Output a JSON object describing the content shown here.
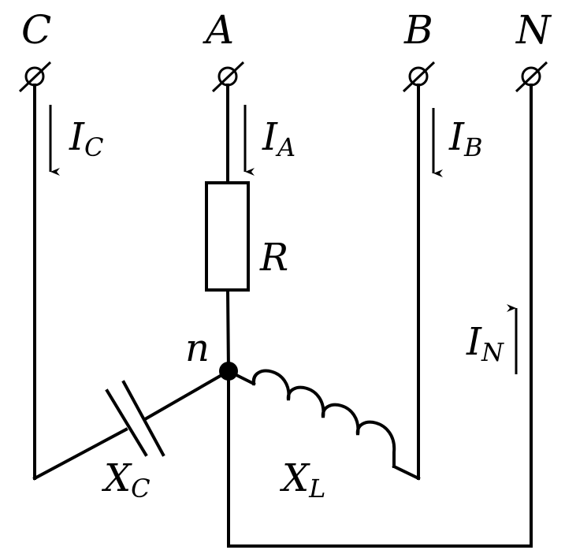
{
  "terminals": {
    "c": "C",
    "a": "A",
    "b": "B",
    "n": "N"
  },
  "currents": {
    "ic": {
      "main": "I",
      "sub": "C"
    },
    "ia": {
      "main": "I",
      "sub": "A"
    },
    "ib": {
      "main": "I",
      "sub": "B"
    },
    "in": {
      "main": "I",
      "sub": "N"
    }
  },
  "components": {
    "resistor": "R",
    "capacitor": {
      "main": "X",
      "sub": "C"
    },
    "inductor": {
      "main": "X",
      "sub": "L"
    }
  },
  "node": "n"
}
